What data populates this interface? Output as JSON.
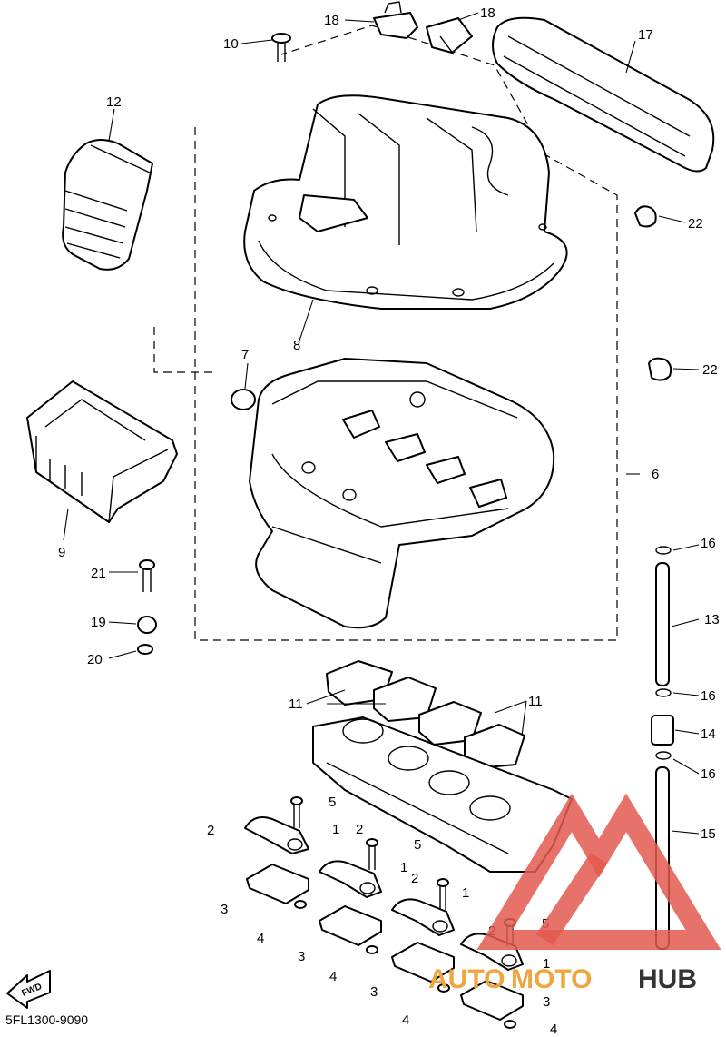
{
  "callouts": {
    "c1a": "1",
    "c1b": "1",
    "c1c": "1",
    "c1d": "1",
    "c2a": "2",
    "c2b": "2",
    "c2c": "2",
    "c2d": "2",
    "c3a": "3",
    "c3b": "3",
    "c3c": "3",
    "c3d": "3",
    "c4a": "4",
    "c4b": "4",
    "c4c": "4",
    "c4d": "4",
    "c5a": "5",
    "c5b": "5",
    "c5c": "5",
    "c6": "6",
    "c7": "7",
    "c8": "8",
    "c9": "9",
    "c10": "10",
    "c11a": "11",
    "c11b": "11",
    "c12": "12",
    "c13": "13",
    "c14": "14",
    "c15": "15",
    "c16a": "16",
    "c16b": "16",
    "c16c": "16",
    "c17": "17",
    "c18a": "18",
    "c18b": "18",
    "c19": "19",
    "c20": "20",
    "c21": "21",
    "c22a": "22",
    "c22b": "22"
  },
  "diagram_code": "5FL1300-9090",
  "fwd_label": "FWD",
  "watermark": {
    "part1": "AUTO",
    "part2": "MOTO",
    "part3": "HUB",
    "color_a": "#e2594f",
    "color_orange": "#f0a640",
    "color_dark": "#333333"
  }
}
